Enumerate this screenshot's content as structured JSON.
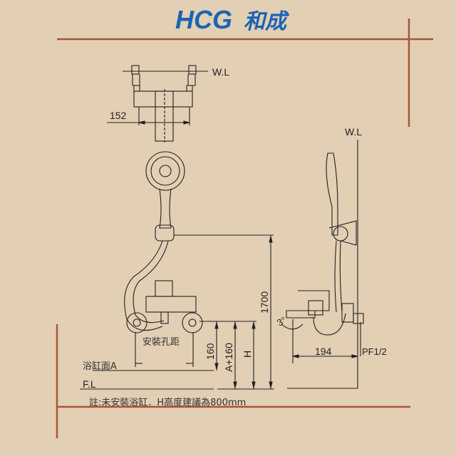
{
  "logo": {
    "brand": "HCG",
    "chinese": "和成"
  },
  "colors": {
    "background": "#e3cfb4",
    "frame": "#a9553a",
    "line": "#222222",
    "logo": "#1a64b4"
  },
  "front_view": {
    "water_line_label": "W.L",
    "width_dim": "152",
    "install_spacing_label": "安裝孔距",
    "dims": {
      "h160": "160",
      "a160": "A+160",
      "h": "H",
      "total": "1700"
    },
    "tub_surface_label": "浴缸面A",
    "floor_label": "F.L"
  },
  "side_view": {
    "water_line_label": "W.L",
    "angle_label": "3°",
    "depth_dim": "194",
    "pipe_thread_label": "PF1/2"
  },
  "note": "註:未安裝浴缸．H高度建議為800mm"
}
